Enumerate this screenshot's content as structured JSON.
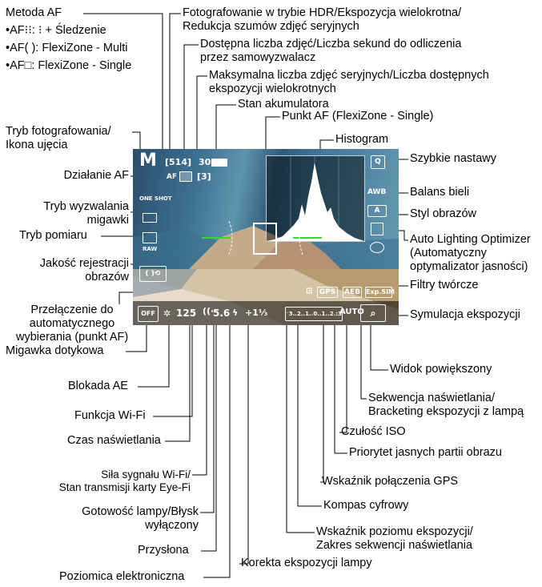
{
  "labels": {
    "metoda_af": "Metoda AF",
    "af_face": "•AF⁝⁝: ⁝ + Śledzenie",
    "af_multi": "•AF( ): FlexiZone - Multi",
    "af_single": "•AF□: FlexiZone - Single",
    "hdr_1": "Fotografowanie w trybie HDR/Ekspozycja wielokrotna/",
    "hdr_2": "Redukcja szumów zdjęć seryjnych",
    "dostepna_1": "Dostępna liczba zdjęć/Liczba sekund do odliczenia",
    "dostepna_2": "przez samowyzwalacz",
    "maks_1": "Maksymalna liczba zdjęć seryjnych/Liczba dostępnych",
    "maks_2": "ekspozycji wielokrotnych",
    "stan_akumulatora": "Stan akumulatora",
    "tryb_fot_1": "Tryb fotografowania/",
    "tryb_fot_2": "Ikona ujęcia",
    "punkt_af": "Punkt AF (FlexiZone - Single)",
    "histogram": "Histogram",
    "szybkie_nastawy": "Szybkie nastawy",
    "dzialanie_af": "Działanie AF",
    "balans_bieli": "Balans bieli",
    "tryb_wyzw_1": "Tryb wyzwalania",
    "tryb_wyzw_2": "migawki",
    "styl_obrazow": "Styl obrazów",
    "tryb_pomiaru": "Tryb pomiaru",
    "alo_1": "Auto Lighting Optimizer",
    "alo_2": "(Automatyczny",
    "alo_3": "optymalizator jasności)",
    "jakosc_1": "Jakość rejestracji",
    "jakosc_2": "obrazów",
    "filtry": "Filtry twórcze",
    "przel_1": "Przełączenie do",
    "przel_2": "automatycznego",
    "przel_3": "wybierania (punkt AF)",
    "symulacja": "Symulacja ekspozycji",
    "migawka_dot": "Migawka dotykowa",
    "widok_pow": "Widok powiększony",
    "blokada_ae": "Blokada AE",
    "sekw_1": "Sekwencja naświetlania/",
    "sekw_2": "Bracketing ekspozycji z lampą",
    "wifi": "Funkcja Wi-Fi",
    "czulosc": "Czułość ISO",
    "czas": "Czas naświetlania",
    "priorytet": "Priorytet jasnych partii obrazu",
    "sila_1": "Siła sygnału Wi-Fi/",
    "sila_2": "Stan transmisji karty Eye-Fi",
    "gps": "Wskaźnik połączenia GPS",
    "kompas": "Kompas cyfrowy",
    "gotowosc_1": "Gotowość lampy/Błysk",
    "gotowosc_2": "wyłączony",
    "wskaznik_1": "Wskaźnik poziomu ekspozycji/",
    "wskaznik_2": "Zakres sekwencji naświetlania",
    "przyslona": "Przysłona",
    "korekta": "Korekta ekspozycji lampy",
    "poziomica": "Poziomica elektroniczna"
  },
  "lcd": {
    "mode": "M",
    "shots": "[514]",
    "timer": "30",
    "max_burst": "[3]",
    "af_op": "ONE SHOT",
    "shutter": "125",
    "aperture": "5.6",
    "flash_comp": "+1⅓",
    "scale": "⁻3..2..1..0..1..2.:3",
    "iso": "AUTO",
    "gps": "GPS",
    "aeb": "AEB",
    "expsim": "Exp.SIM",
    "q": "Q",
    "awb": "AWB",
    "style": "A",
    "raw": "RAW"
  }
}
